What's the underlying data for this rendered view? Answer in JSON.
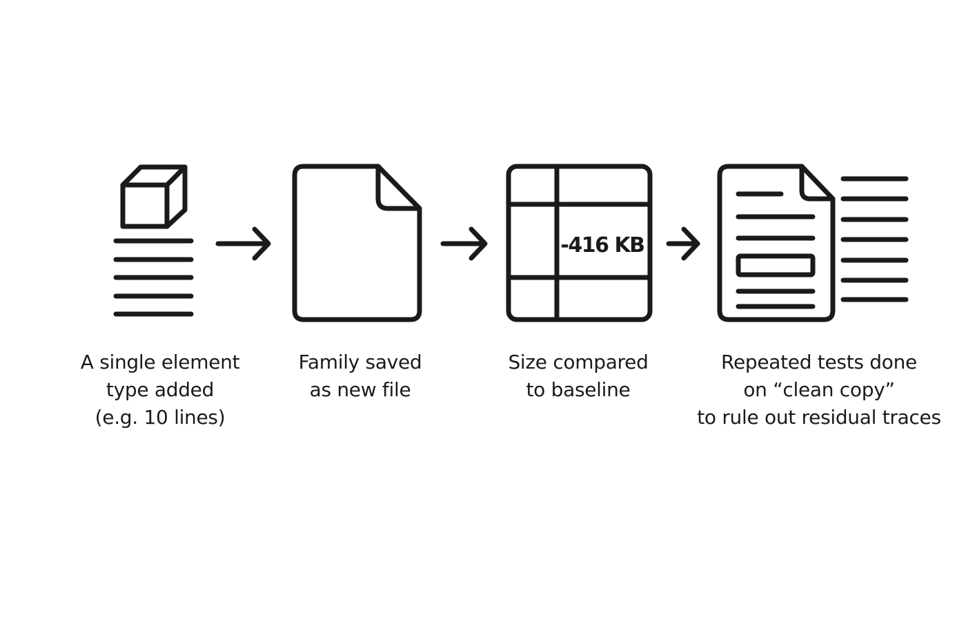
{
  "steps": [
    {
      "lines": [
        "A single element",
        "type added",
        "(e.g. 10 lines)"
      ],
      "icon": "cube-with-lines-icon"
    },
    {
      "lines": [
        "Family saved",
        "as new file"
      ],
      "icon": "blank-file-icon"
    },
    {
      "lines": [
        "Size compared",
        "to baseline"
      ],
      "icon": "grid-table-icon",
      "value_label": "-416 KB"
    },
    {
      "lines": [
        "Repeated tests done",
        "on “clean copy”",
        "to rule out residual traces"
      ],
      "icon": "document-with-text-icon"
    }
  ],
  "connectors": [
    "arrow-right-icon",
    "arrow-right-icon",
    "arrow-right-icon"
  ],
  "colors": {
    "stroke": "#1a1a1a",
    "background": "#ffffff"
  }
}
